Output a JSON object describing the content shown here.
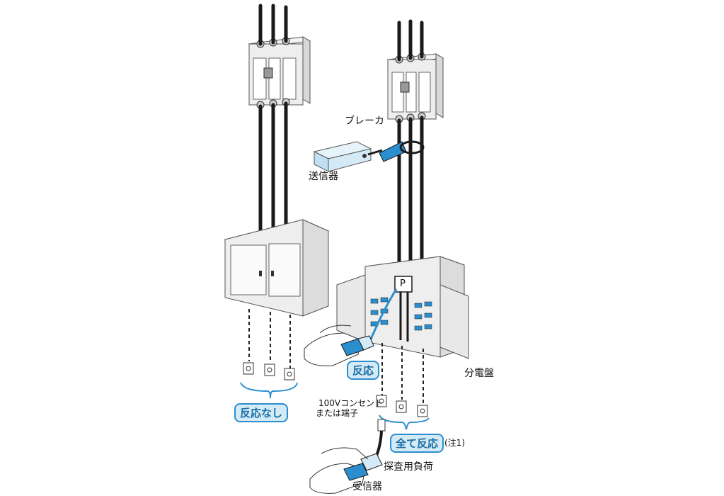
{
  "labels": {
    "breaker": "ブレーカ",
    "transmitter": "送信器",
    "distribution_board": "分電盤",
    "outlet_line1": "100Vコンセント",
    "outlet_line2": "または端子",
    "probe_load": "探査用負荷",
    "receiver": "受信器",
    "note": "(注1)",
    "p_marker": "P"
  },
  "badges": {
    "no_response": "反応なし",
    "response": "反応",
    "all_response": "全て反応"
  },
  "colors": {
    "accent_blue": "#2b8fcf",
    "badge_fill": "#d4eaf7",
    "wire": "#1a1a1a",
    "panel_fill": "#eeeeee",
    "panel_stroke": "#555555"
  }
}
